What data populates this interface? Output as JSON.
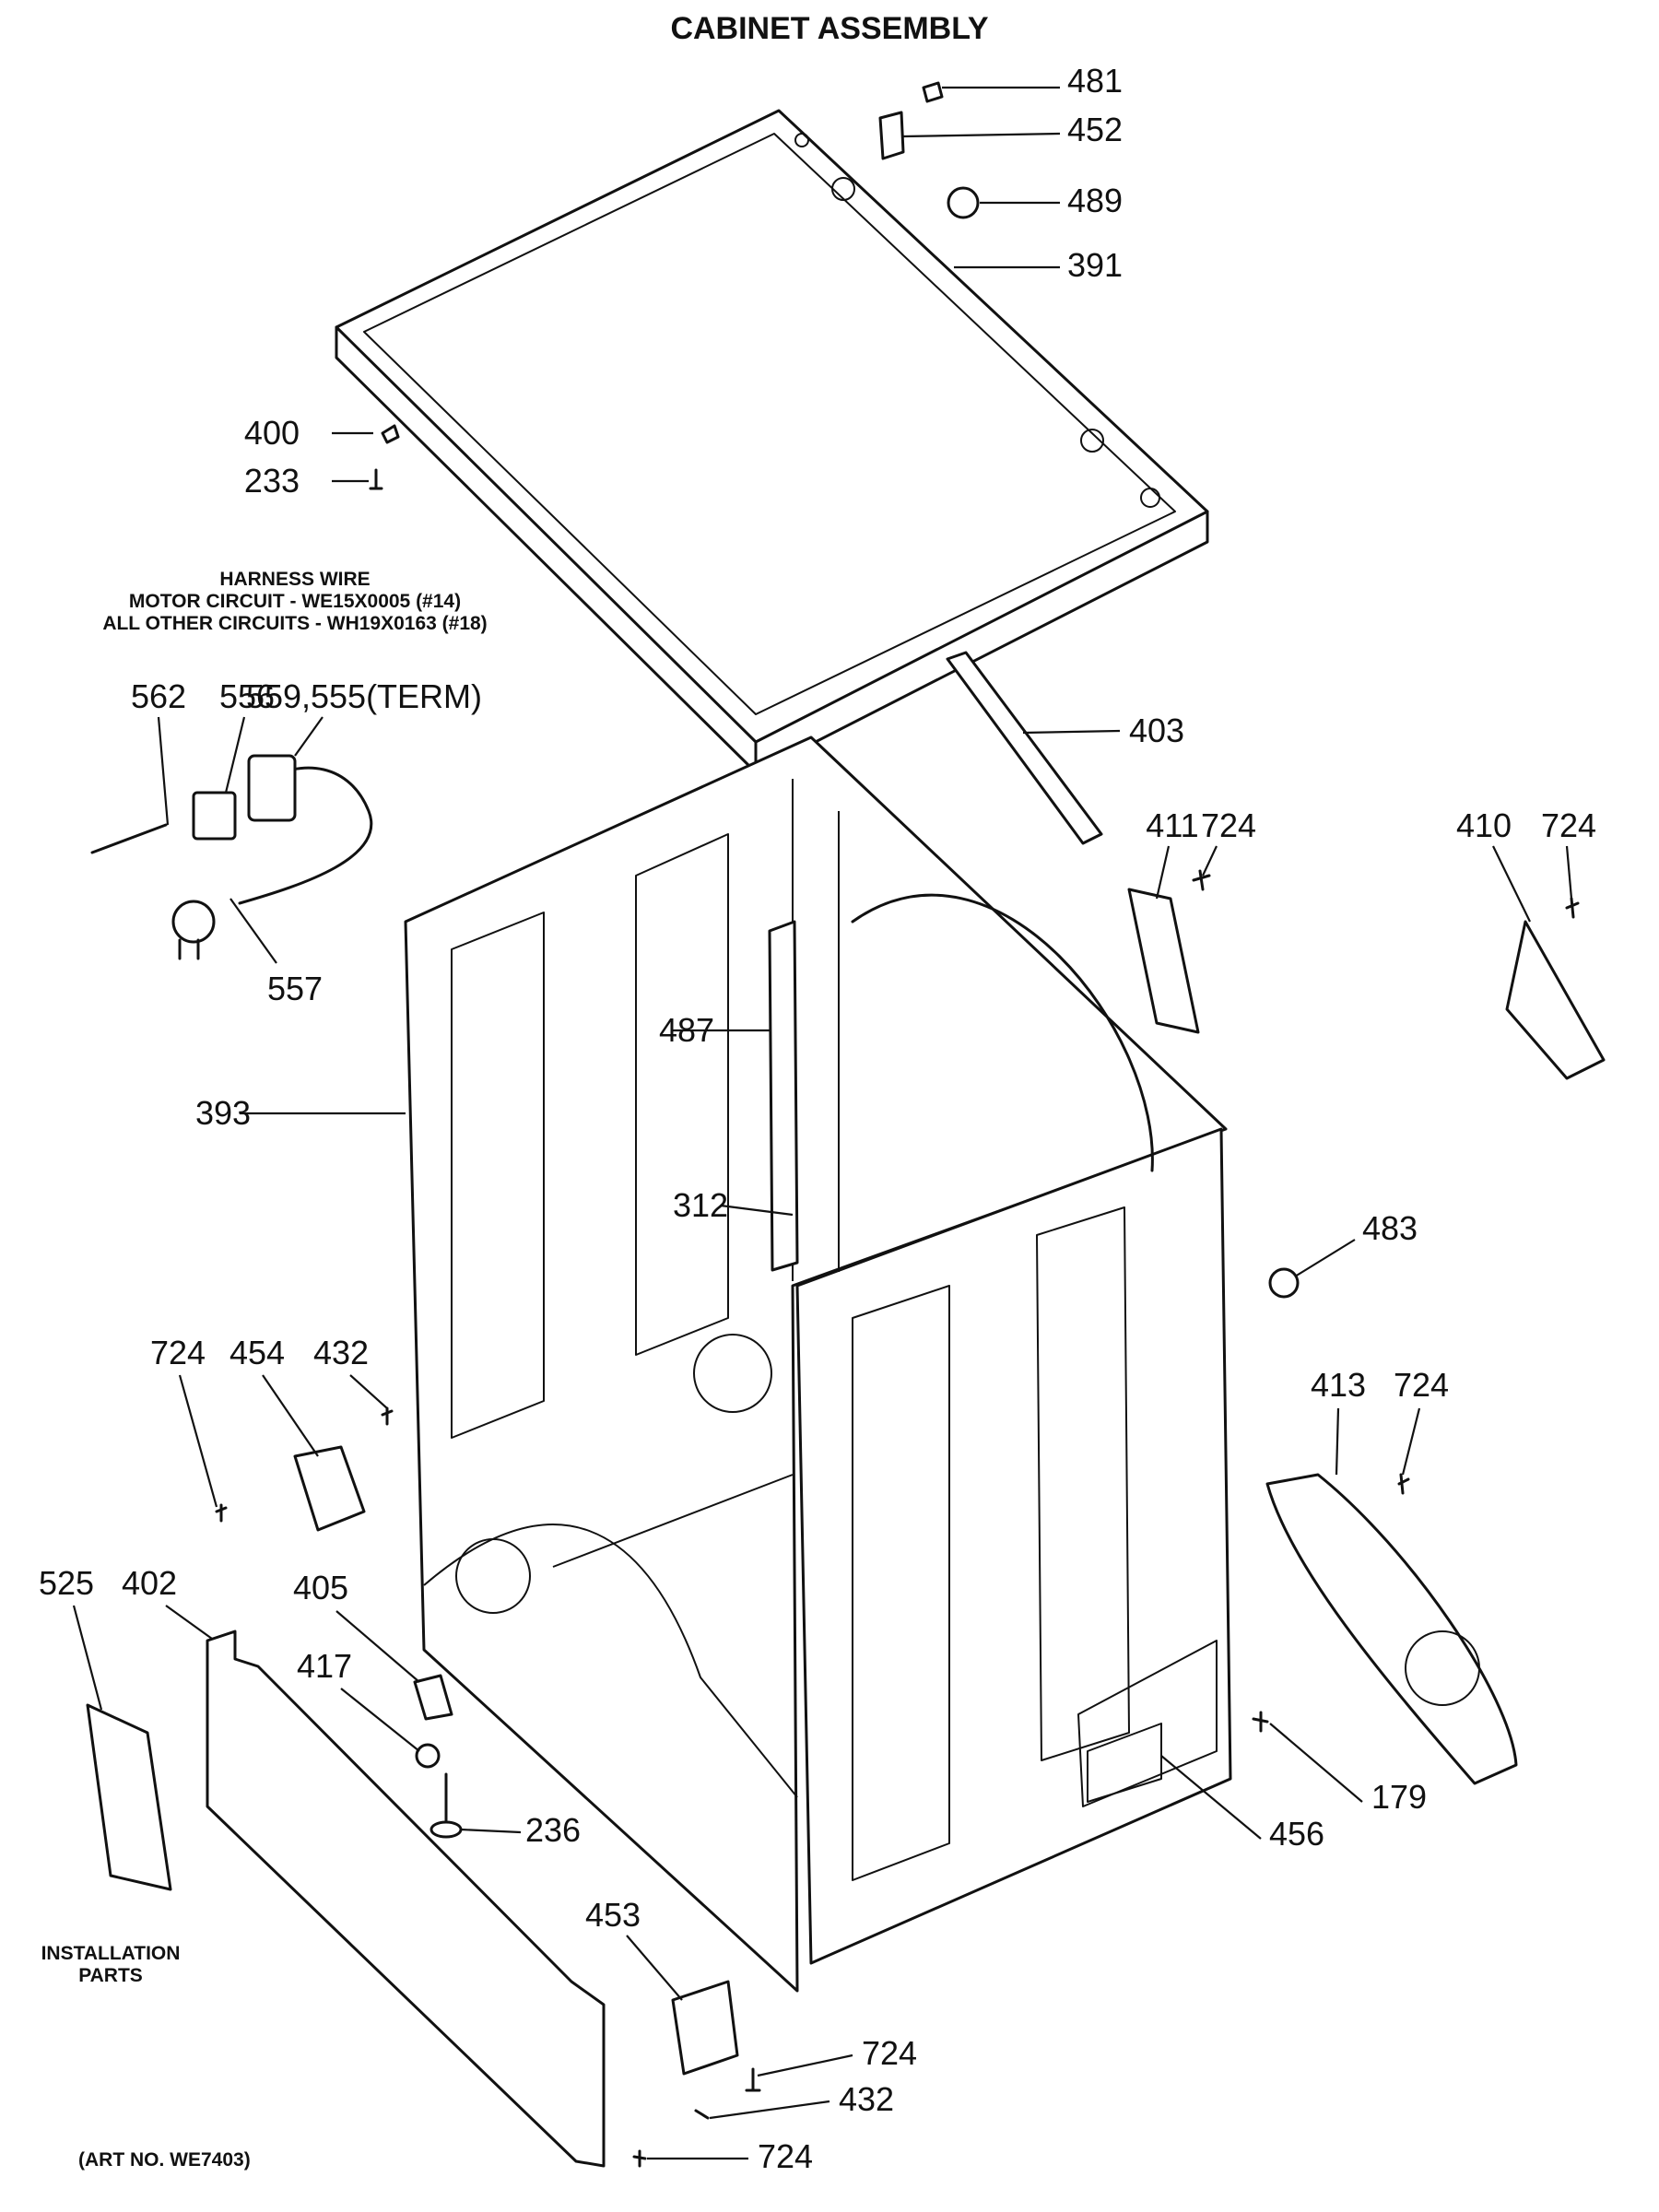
{
  "title": "CABINET ASSEMBLY",
  "harness": {
    "heading": "HARNESS WIRE",
    "motor": "MOTOR CIRCUIT - WE15X0005 (#14)",
    "other": "ALL OTHER CIRCUITS - WH19X0163 (#18)"
  },
  "installation_label": [
    "INSTALLATION",
    "PARTS"
  ],
  "art_number": "(ART NO. WE7403)",
  "parts": [
    {
      "id": "p481",
      "label": "481"
    },
    {
      "id": "p452",
      "label": "452"
    },
    {
      "id": "p489",
      "label": "489"
    },
    {
      "id": "p391",
      "label": "391"
    },
    {
      "id": "p400",
      "label": "400"
    },
    {
      "id": "p233",
      "label": "233"
    },
    {
      "id": "p562",
      "label": "562"
    },
    {
      "id": "p556",
      "label": "556"
    },
    {
      "id": "p559",
      "label": "559,555(TERM)"
    },
    {
      "id": "p557",
      "label": "557"
    },
    {
      "id": "p403",
      "label": "403"
    },
    {
      "id": "p411",
      "label": "411"
    },
    {
      "id": "p724a",
      "label": "724"
    },
    {
      "id": "p410",
      "label": "410"
    },
    {
      "id": "p724b",
      "label": "724"
    },
    {
      "id": "p487",
      "label": "487"
    },
    {
      "id": "p393",
      "label": "393"
    },
    {
      "id": "p312",
      "label": "312"
    },
    {
      "id": "p483",
      "label": "483"
    },
    {
      "id": "p724c",
      "label": "724"
    },
    {
      "id": "p454",
      "label": "454"
    },
    {
      "id": "p432a",
      "label": "432"
    },
    {
      "id": "p413",
      "label": "413"
    },
    {
      "id": "p724d",
      "label": "724"
    },
    {
      "id": "p525",
      "label": "525"
    },
    {
      "id": "p402",
      "label": "402"
    },
    {
      "id": "p405",
      "label": "405"
    },
    {
      "id": "p417",
      "label": "417"
    },
    {
      "id": "p236",
      "label": "236"
    },
    {
      "id": "p179",
      "label": "179"
    },
    {
      "id": "p456",
      "label": "456"
    },
    {
      "id": "p453",
      "label": "453"
    },
    {
      "id": "p724e",
      "label": "724"
    },
    {
      "id": "p432b",
      "label": "432"
    },
    {
      "id": "p724f",
      "label": "724"
    }
  ]
}
